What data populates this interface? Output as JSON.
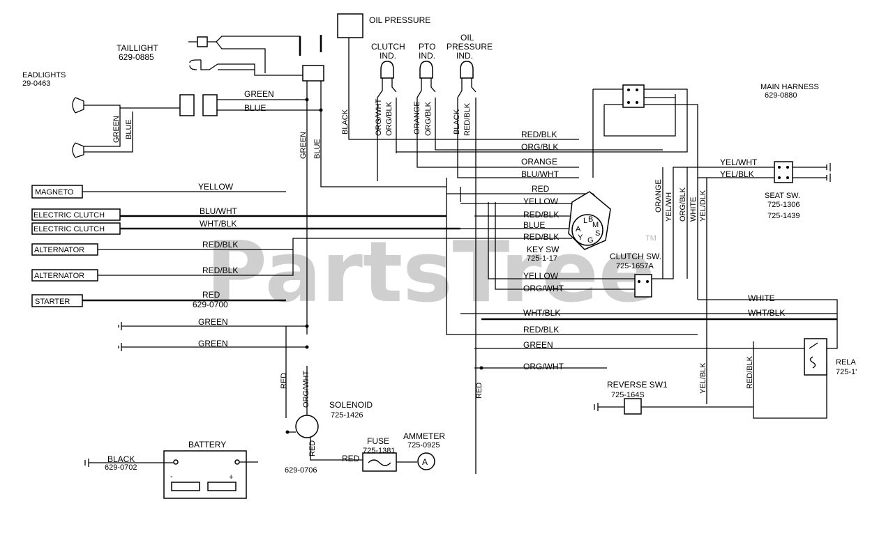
{
  "watermark": "PartsTree",
  "watermark_tm": "TM",
  "components": {
    "oil_pressure": "OIL PRESSURE",
    "taillight": "TAILLIGHT",
    "taillight_pn": "629-0885",
    "headlights": "EADLIGHTS",
    "headlights_pn": "29-0463",
    "clutch_ind_1": "CLUTCH",
    "clutch_ind_2": "IND.",
    "pto_ind_1": "PTO",
    "pto_ind_2": "IND.",
    "oilp_ind_1": "OIL",
    "oilp_ind_2": "PRESSURE",
    "oilp_ind_3": "IND.",
    "main_harness": "MAIN HARNESS",
    "main_harness_pn": "629-0880",
    "seat_sw": "SEAT SW.",
    "seat_sw_pn1": "725-1306",
    "seat_sw_pn2": "725-1439",
    "key_sw": "KEY SW",
    "key_sw_pn": "725-1-17",
    "clutch_sw": "CLUTCH SW.",
    "clutch_sw_pn": "725-1657A",
    "relay": "RELA",
    "relay_pn": "725-1'",
    "reverse_sw": "REVERSE SW1",
    "reverse_sw_pn": "725-164S",
    "solenoid": "SOLENOID",
    "solenoid_pn": "725-1426",
    "fuse": "FUSE",
    "fuse_pn": "725-1381",
    "ammeter": "AMMETER",
    "ammeter_pn": "725-0925",
    "ammeter_symbol": "A",
    "battery": "BATTERY",
    "batt_minus": "-",
    "batt_plus": "+",
    "black_cable": "BLACK",
    "black_cable_pn": "629-0702",
    "red_cable_pn": "629-0706",
    "starter_cable_pn": "629-0700",
    "key_letters": [
      "A",
      "L",
      "B",
      "M",
      "Y",
      "G",
      "S"
    ]
  },
  "left_labels": {
    "magneto": "MAGNETO",
    "elec_clutch_1": "ELECTRIC CLUTCH",
    "elec_clutch_2": "ELECTRIC CLUTCH",
    "alternator_1": "ALTERNATOR",
    "alternator_2": "ALTERNATOR",
    "starter": "STARTER"
  },
  "wire_labels": {
    "green_top": "GREEN",
    "blue_top": "BLUE",
    "yellow_magneto": "YELLOW",
    "blu_wht": "BLU/WHT",
    "wht_blk": "WHT/BLK",
    "red_blk_1": "RED/BLK",
    "red_blk_2": "RED/BLK",
    "red_starter": "RED",
    "green_g1": "GREEN",
    "green_g2": "GREEN",
    "green_vert": "GREEN",
    "blue_vert": "BLUE",
    "green_head": "GREEN",
    "blue_head": "BLUE",
    "black_v": "BLACK",
    "org_wht_v": "ORG/WHT",
    "org_blk_v": "ORG/BLK",
    "orange_v": "ORANGE",
    "org_blk_v2": "ORG/BLK",
    "black_v2": "BLACK",
    "red_blk_v": "RED/BLK",
    "h_red_blk": "RED/BLK",
    "h_org_blk": "ORG/BLK",
    "h_orange": "ORANGE",
    "h_blu_wht": "BLU/WHT",
    "h_red": "RED",
    "h_yellow": "YELLOW",
    "h_red_blk2": "RED/BLK",
    "h_blue": "BLUE",
    "h_red_blk3": "RED/BLK",
    "h_yellow2": "YELLOW",
    "h_org_wht": "ORG/WHT",
    "h_wht_blk": "WHT/BLK",
    "h_red_blk4": "RED/BLK",
    "h_green": "GREEN",
    "h_org_wht2": "ORG/WHT",
    "yel_wht": "YEL/WHT",
    "yel_blk": "YEL/BLK",
    "r_orange": "ORANGE",
    "r_yel_wh": "YEL/WH",
    "r_org_blk": "ORG/BLK",
    "r_white": "WHITE",
    "r_yel_dlk": "YEL/DLK",
    "white": "WHITE",
    "wht_blk_r": "WHT/BLK",
    "yel_blk_v": "YEL/BLK",
    "red_blk_v2": "RED/BLK",
    "red_sol": "RED",
    "org_wht_sol": "ORG/WHT",
    "red_sol2": "RED",
    "red_fuse": "RED",
    "red_v_mid": "RED"
  }
}
